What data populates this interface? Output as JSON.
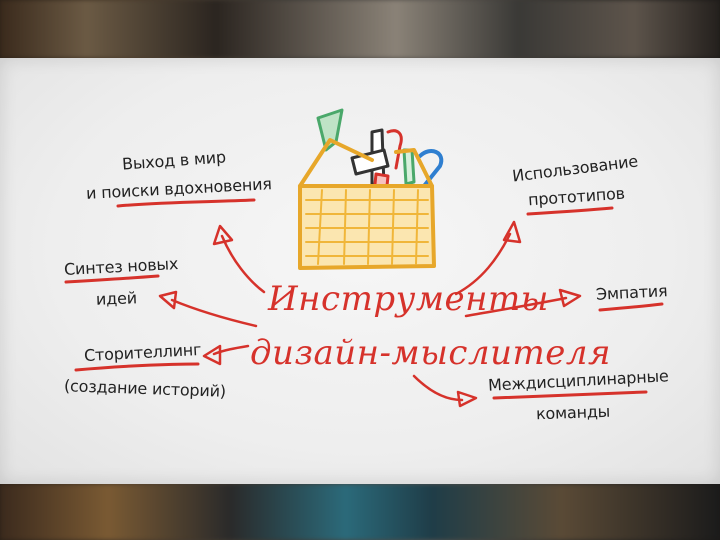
{
  "title": {
    "line1": "Инструменты",
    "line2": "дизайн-мыслителя"
  },
  "nodes": {
    "inspiration": {
      "line1": "Выход в мир",
      "line2": "и поиски вдохновения"
    },
    "prototypes": {
      "line1": "Использование",
      "line2": "прототипов"
    },
    "synthesis": {
      "line1": "Синтез новых",
      "line2": "идей"
    },
    "empathy": {
      "line1": "Эмпатия"
    },
    "storytelling": {
      "line1": "Сторителлинг",
      "line2": "(создание историй)"
    },
    "teams": {
      "line1": "Междисциплинарные",
      "line2": "команды"
    }
  },
  "colors": {
    "accent": "#d6322b",
    "text": "#222222",
    "toolbox": "#f0b63a"
  },
  "icons": [
    "toolbox-icon"
  ]
}
